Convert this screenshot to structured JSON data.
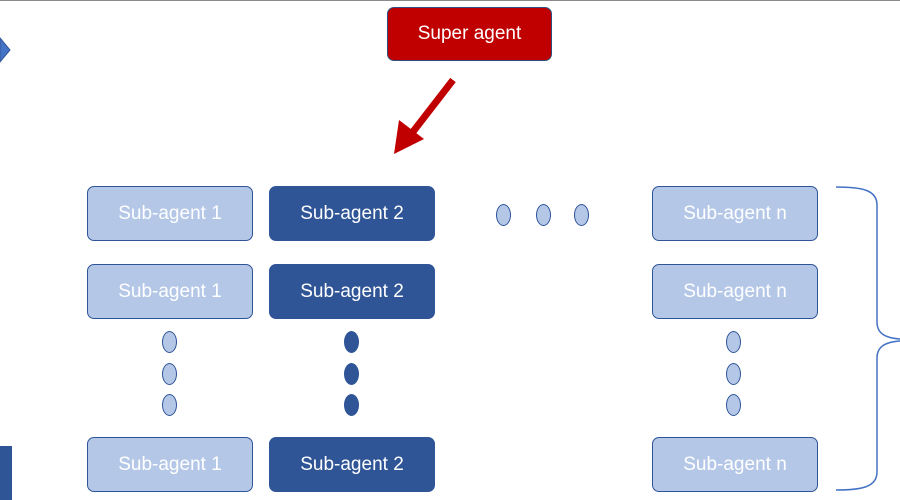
{
  "super_agent": {
    "label": "Super agent"
  },
  "rows": [
    {
      "col1": "Sub-agent 1",
      "col2": "Sub-agent 2",
      "coln": "Sub-agent n"
    },
    {
      "col1": "Sub-agent 1",
      "col2": "Sub-agent 2",
      "coln": "Sub-agent n"
    },
    {
      "col1": "Sub-agent 1",
      "col2": "Sub-agent 2",
      "coln": "Sub-agent n"
    }
  ],
  "colors": {
    "super_fill": "#c00000",
    "arrow": "#c00000",
    "light_fill": "#b4c7e7",
    "dark_fill": "#2f5597",
    "outline": "#2f5597",
    "brace": "#4472c4"
  },
  "icons": {
    "arrow": "down-left-arrow-icon",
    "ellipsis": "vertical-ellipsis-icon",
    "brace": "right-curly-brace-icon"
  }
}
